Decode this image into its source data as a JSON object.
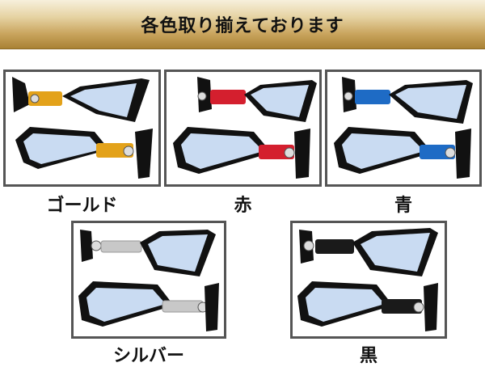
{
  "banner": {
    "title": "各色取り揃えております"
  },
  "colors": {
    "gold": "#e3a21a",
    "red": "#d41f2e",
    "blue": "#1e6bc5",
    "silver": "#c8c8c8",
    "black": "#1a1a1a",
    "glass": "#c9dbf2",
    "frame": "#111111"
  },
  "variants": [
    {
      "label": "ゴールド",
      "accent": "gold"
    },
    {
      "label": "赤",
      "accent": "red"
    },
    {
      "label": "青",
      "accent": "blue"
    },
    {
      "label": "シルバー",
      "accent": "silver"
    },
    {
      "label": "黒",
      "accent": "black"
    }
  ]
}
